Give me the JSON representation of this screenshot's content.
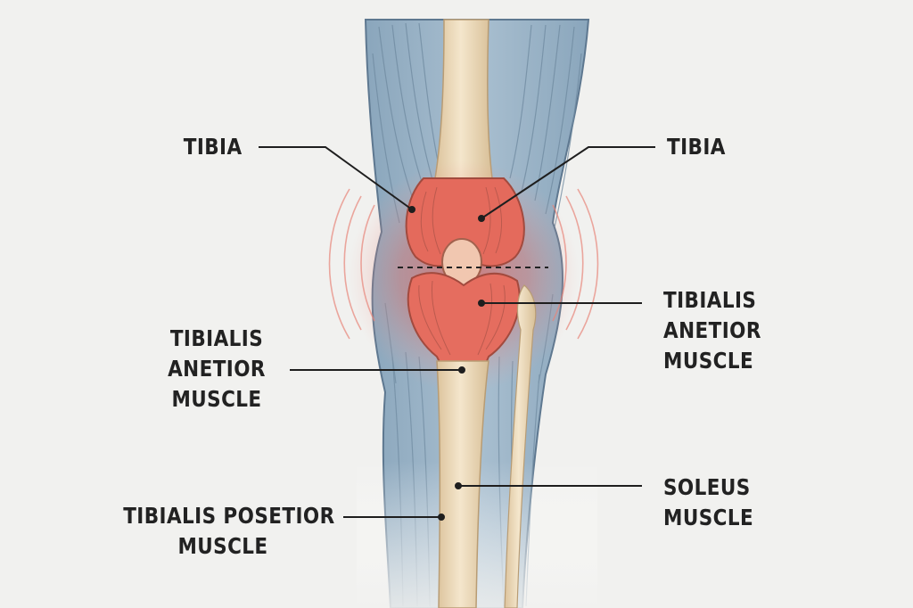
{
  "labels": {
    "tibia_left": "TIBIA",
    "tibia_right": "TIBIA",
    "tibialis_anterior_left": [
      "TIBIALIS",
      "ANETIOR",
      "MUSCLE"
    ],
    "tibialis_anterior_right": [
      "TIBIALIS",
      "ANETIOR",
      "MUSCLE"
    ],
    "soleus": [
      "SOLEUS",
      "MUSCLE"
    ],
    "tibialis_posterior": [
      "TIBIALIS POSETIOR",
      "MUSCLE"
    ]
  },
  "colors": {
    "background": "#f1f1ef",
    "muscle": "#9fb7c9",
    "muscle_dark": "#6f8aa0",
    "bone": "#ecd9b8",
    "inflammation": "#e8665c",
    "leader_line": "#1e1e1e",
    "text": "#222222"
  }
}
